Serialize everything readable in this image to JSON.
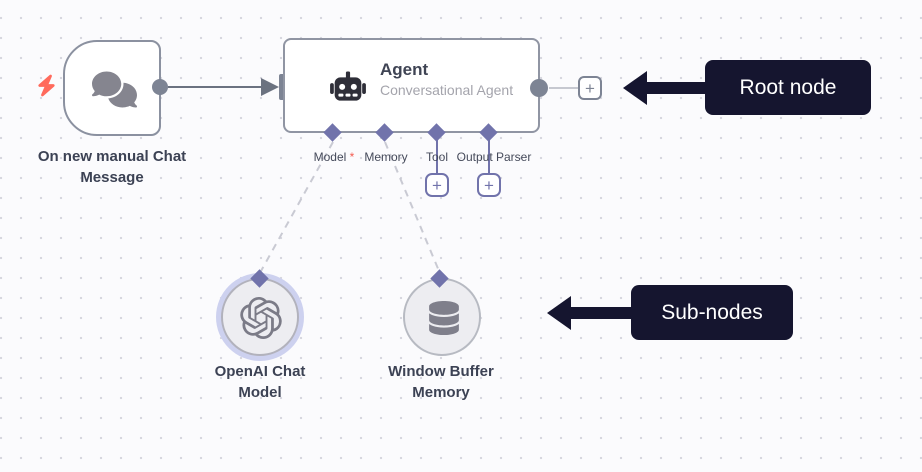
{
  "workflow": {
    "trigger": {
      "label": "On new manual Chat Message"
    },
    "agent": {
      "title": "Agent",
      "subtitle": "Conversational Agent",
      "required_marker": "*",
      "plus": "+",
      "ports": [
        {
          "label": "Model",
          "required": true
        },
        {
          "label": "Memory",
          "required": false
        },
        {
          "label": "Tool",
          "required": false,
          "has_add_button": true
        },
        {
          "label": "Output Parser",
          "required": false,
          "has_add_button": true
        }
      ]
    },
    "sub_nodes": [
      {
        "label": "OpenAI Chat Model",
        "icon": "openai-logo-icon",
        "highlighted": true
      },
      {
        "label": "Window Buffer Memory",
        "icon": "database-icon",
        "highlighted": false
      }
    ]
  },
  "callouts": {
    "root": "Root node",
    "sub": "Sub-nodes"
  },
  "icons": [
    "bolt-icon",
    "chat-bubbles-icon",
    "robot-icon",
    "openai-logo-icon",
    "database-icon",
    "plus-icon",
    "arrow-left-icon",
    "diamond-connector-icon"
  ],
  "colors": {
    "canvas_bg": "#fbfbfd",
    "grid_dot": "#d7d7df",
    "node_border": "#8b91a0",
    "node_bg": "#ffffff",
    "icon_gray": "#85858f",
    "robot_dark": "#2e2e38",
    "connector_gray": "#7d8494",
    "wire_gray": "#6b7280",
    "wire_light": "#c6c8d0",
    "port_purple": "#7173ab",
    "dashed_wire": "#c9cad3",
    "text_dark": "#3c4254",
    "text_subtle": "#a4a4ac",
    "required_red": "#f45b50",
    "bolt_red": "#ff6a5c",
    "callout_bg": "#15152f",
    "callout_text": "#ffffff",
    "openai_ring": "#cdd1ef"
  }
}
